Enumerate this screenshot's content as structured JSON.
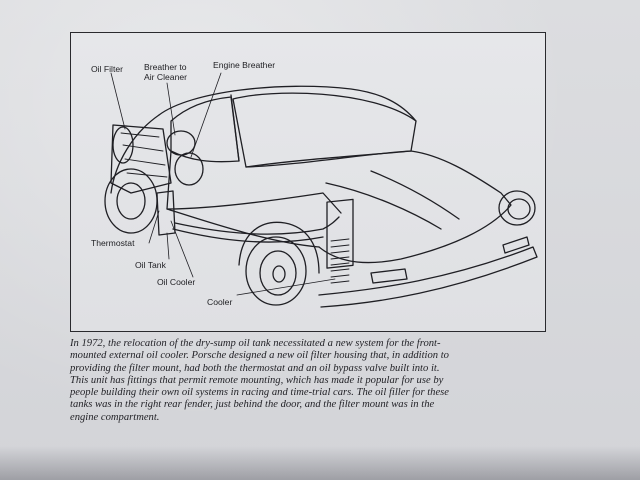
{
  "figure": {
    "labels": {
      "oil_filter": "Oil Filter",
      "breather_line1": "Breather to",
      "breather_line2": "Air Cleaner",
      "engine_breather": "Engine Breather",
      "thermostat": "Thermostat",
      "oil_tank": "Oil Tank",
      "oil_cooler": "Oil Cooler",
      "cooler": "Cooler"
    }
  },
  "caption": {
    "lines": [
      "In 1972, the relocation of the dry-sump oil tank necessitated a new system for the front-",
      "mounted external oil cooler. Porsche designed a new oil filter housing that, in addition to",
      "providing the filter mount, had both the thermostat and an oil bypass valve built into it.",
      "This unit has fittings that permit remote mounting, which has made it popular for use by",
      "people building their own oil systems in racing and time-trial cars. The oil filler for these",
      "tanks was in the right rear fender, just behind the door, and the filter mount was in the",
      "engine compartment."
    ]
  },
  "colors": {
    "ink": "#1e1e22",
    "paper": "#dcdde0"
  }
}
